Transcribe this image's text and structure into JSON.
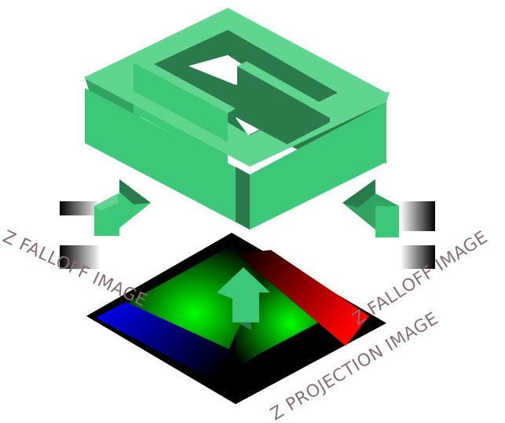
{
  "labels": {
    "left_falloff": "Z FALLOFF IMAGE",
    "right_falloff": "Z FALLOFF IMAGE",
    "projection": "Z PROJECTION IMAGE"
  },
  "colors": {
    "box_light": "#3cc878",
    "box_top": "#5fd58f",
    "box_dark": "#2a7a4c",
    "box_mid": "#33a363",
    "channel_red": "#ff0000",
    "channel_green": "#00ff00",
    "channel_blue": "#0000ff",
    "label_text": "#8a6f72"
  }
}
